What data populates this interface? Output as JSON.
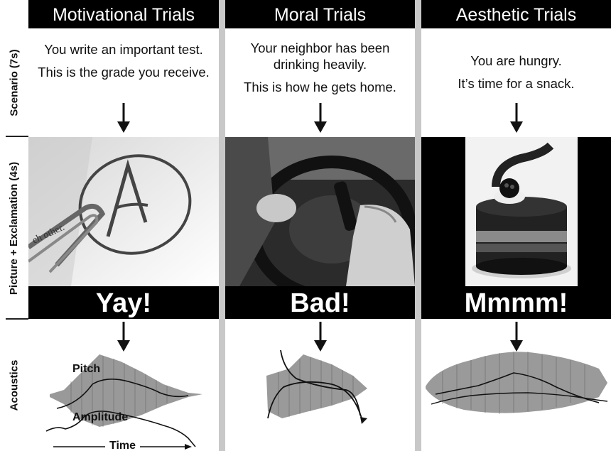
{
  "rows": {
    "scenario": "Scenario (7s)",
    "picture": "Picture + Exclamation (4s)",
    "acoustics": "Acoustics"
  },
  "columns": [
    {
      "title": "Motivational Trials",
      "scenario_lines": [
        "You write an important test.",
        "This is the grade you receive."
      ],
      "exclamation": "Yay!",
      "picture_text": "ch other."
    },
    {
      "title": "Moral Trials",
      "scenario_lines": [
        "Your neighbor has been drinking heavily.",
        "This is how he gets home."
      ],
      "exclamation": "Bad!"
    },
    {
      "title": "Aesthetic Trials",
      "scenario_lines": [
        "You are hungry.",
        "It’s time for a snack."
      ],
      "exclamation": "Mmmm!"
    }
  ],
  "annotations": {
    "pitch": "Pitch",
    "amplitude": "Amplitude",
    "time": "Time"
  },
  "colors": {
    "header_bg": "#000000",
    "separator": "#c8c8c8",
    "waveform": "#8a8a8a"
  }
}
